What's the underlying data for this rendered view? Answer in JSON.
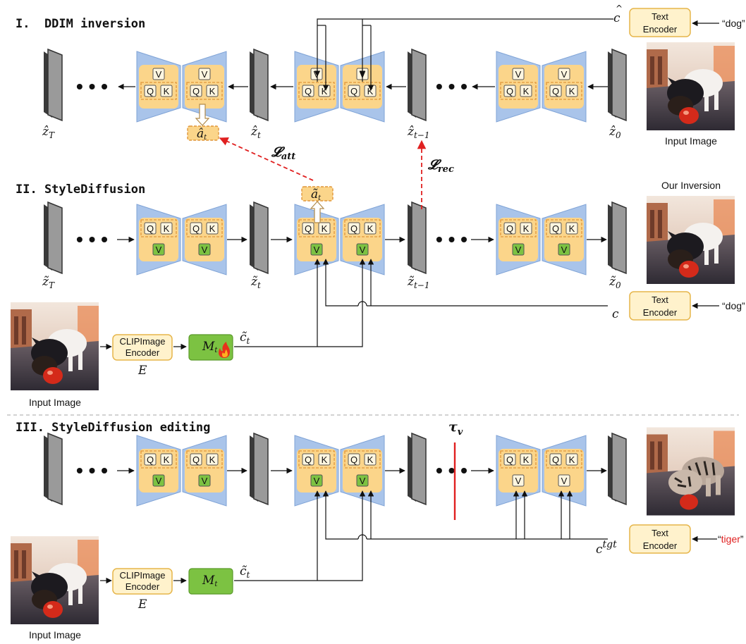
{
  "sections": [
    {
      "id": "s1",
      "title": "I.  DDIM inversion"
    },
    {
      "id": "s2",
      "title": "II. StyleDiffusion"
    },
    {
      "id": "s3",
      "title": "III. StyleDiffusion editing"
    }
  ],
  "tokens": {
    "q": "Q",
    "k": "K",
    "v": "V"
  },
  "dots": "• • •",
  "s1": {
    "latents": [
      "ẑ_T",
      "ẑ_t",
      "ẑ_{t−1}",
      "ẑ_0"
    ],
    "lat_T": "ẑ",
    "lat_T_sub": "T",
    "lat_t": "ẑ",
    "lat_t_sub": "t",
    "lat_tm1": "ẑ",
    "lat_tm1_sub": "t−1",
    "lat_0": "ẑ",
    "lat_0_sub": "0",
    "attn_map": "â",
    "attn_map_sub": "t",
    "cond": "c",
    "cond_hat": "^",
    "text_encoder": [
      "Text",
      "Encoder"
    ],
    "prompt": "“dog”",
    "image_caption": "Input Image"
  },
  "losses": {
    "att": "𝓛",
    "att_sub": "att",
    "rec": "𝓛",
    "rec_sub": "rec"
  },
  "s2": {
    "lat_T": "z̃",
    "lat_T_sub": "T",
    "lat_t": "z̃",
    "lat_t_sub": "t",
    "lat_tm1": "z̃",
    "lat_tm1_sub": "t−1",
    "lat_0": "z̃",
    "lat_0_sub": "0",
    "attn_map": "ã",
    "attn_map_sub": "t",
    "output_caption": "Our Inversion",
    "cond": "c",
    "text_encoder": [
      "Text",
      "Encoder"
    ],
    "prompt": "“dog”",
    "clip_encoder": [
      "CLIPImage",
      "Encoder"
    ],
    "encoder_symbol": "E",
    "mapper": "M",
    "mapper_sub": "t",
    "mapped_cond": "c̃",
    "mapped_cond_sub": "t",
    "image_caption": "Input Image"
  },
  "s3": {
    "tau": "τ",
    "tau_sub": "v",
    "cond": "c",
    "cond_sup": "tgt",
    "text_encoder": [
      "Text",
      "Encoder"
    ],
    "prompt_open": "“",
    "prompt_word": "tiger",
    "prompt_close": "”",
    "clip_encoder": [
      "CLIPImage",
      "Encoder"
    ],
    "encoder_symbol": "E",
    "mapper": "M",
    "mapper_sub": "t",
    "mapped_cond": "c̃",
    "mapped_cond_sub": "t",
    "image_caption": "Input Image"
  },
  "colors": {
    "unet_blue": "#a9c4ea",
    "attn_orange": "#fbd58a",
    "value_green": "#7cc242",
    "loss_red": "#e02020",
    "encoder_fill": "#fff2cc",
    "encoder_border": "#e6b54a"
  },
  "icons": [
    "fire-icon",
    "photo-dog",
    "photo-tiger"
  ]
}
